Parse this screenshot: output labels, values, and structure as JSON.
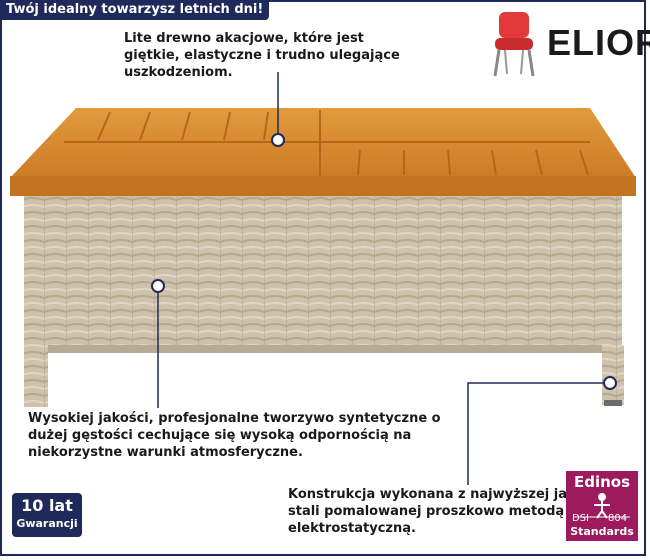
{
  "tagline": "Twój idealny towarzysz letnich dni!",
  "brand": {
    "name": "ELIOR"
  },
  "callouts": {
    "wood": "Lite drewno akacjowe, które jest giętkie, elastyczne i trudno ulegające uszkodzeniom.",
    "rattan": "Wysokiej jakości, profesjonalne tworzywo syntetyczne o dużej gęstości cechujące się wysoką odpornością na niekorzystne warunki atmosferyczne.",
    "frame": "Konstrukcja wykonana z najwyższej jakości stali pomalowanej proszkowo metodą elektrostatyczną."
  },
  "warranty": {
    "line1": "10 lat",
    "line2": "Gwarancji"
  },
  "edinos": {
    "title": "Edinos",
    "dsi": "DSI",
    "code": "804",
    "standards": "Standards"
  },
  "colors": {
    "navy": "#1f2a5a",
    "wood": "#d98a2e",
    "rattan": "#cfc2ad",
    "edinos": "#9b1b5e"
  }
}
